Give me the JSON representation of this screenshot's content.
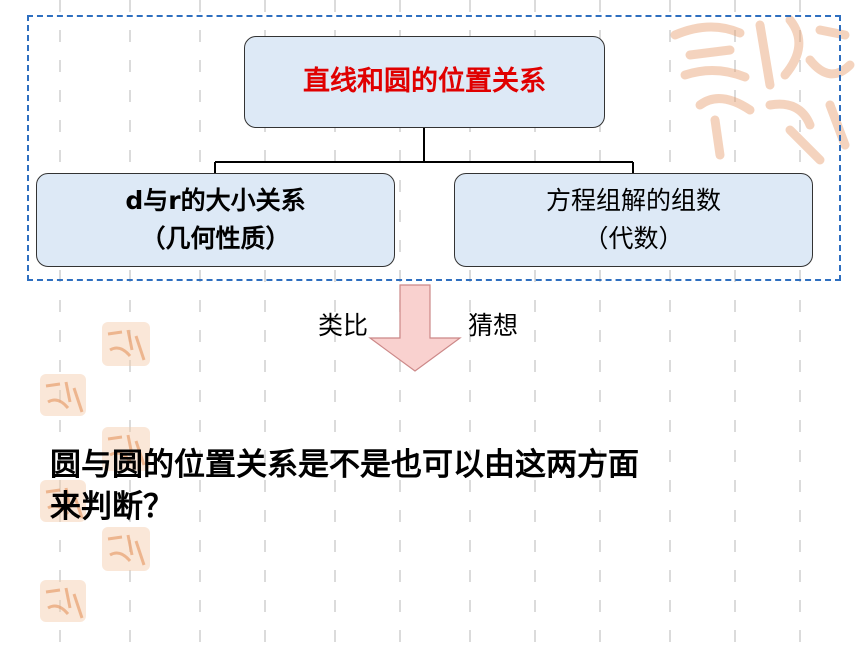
{
  "diagram": {
    "root": {
      "label": "直线和圆的位置关系",
      "color": "#e00000"
    },
    "children": [
      {
        "line1": "d与r的大小关系",
        "line2": "（几何性质）"
      },
      {
        "line1": "方程组解的组数",
        "line2": "（代数）"
      }
    ]
  },
  "arrow": {
    "left_label": "类比",
    "right_label": "猜想",
    "fill": "#f9d1cf"
  },
  "question": {
    "line1": "圆与圆的位置关系是不是也可以由这两方面",
    "line2": "来判断？"
  },
  "colors": {
    "frame": "#2e6fc0",
    "box_fill": "#dde9f6",
    "seal": "#e8a070"
  }
}
